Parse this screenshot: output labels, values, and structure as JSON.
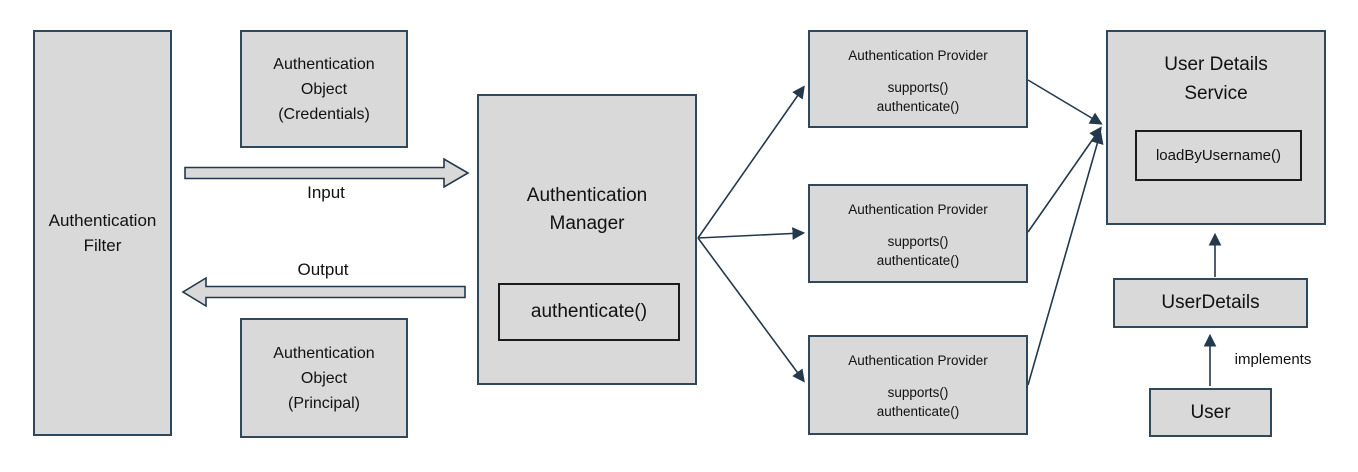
{
  "colors": {
    "background": "#ffffff",
    "node_fill": "#d9d9d9",
    "node_border": "#31475a",
    "inner_border": "#1c1c1c",
    "connector": "#24394b",
    "text": "#111111"
  },
  "nodes": {
    "auth_filter": {
      "lines": [
        "Authentication",
        "Filter"
      ]
    },
    "auth_object_credentials": {
      "lines": [
        "Authentication",
        "Object",
        "(Credentials)"
      ]
    },
    "auth_object_principal": {
      "lines": [
        "Authentication",
        "Object",
        "(Principal)"
      ]
    },
    "auth_manager": {
      "lines": [
        "Authentication",
        "Manager"
      ],
      "method": "authenticate()"
    },
    "providers": [
      {
        "title": "Authentication Provider",
        "methods": [
          "supports()",
          "authenticate()"
        ]
      },
      {
        "title": "Authentication Provider",
        "methods": [
          "supports()",
          "authenticate()"
        ]
      },
      {
        "title": "Authentication Provider",
        "methods": [
          "supports()",
          "authenticate()"
        ]
      }
    ],
    "user_details_service": {
      "lines": [
        "User Details",
        "Service"
      ],
      "method": "loadByUsername()"
    },
    "user_details": {
      "label": "UserDetails"
    },
    "user": {
      "label": "User"
    }
  },
  "edges": {
    "input_label": "Input",
    "output_label": "Output",
    "implements_label": "implements"
  }
}
